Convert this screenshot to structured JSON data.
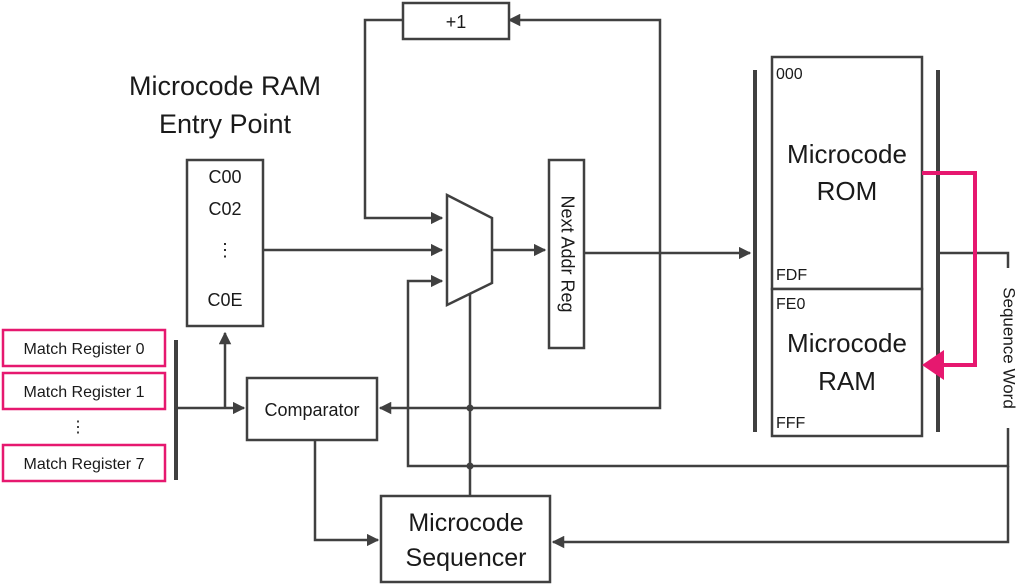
{
  "title": {
    "line1": "Microcode RAM",
    "line2": "Entry Point"
  },
  "entry_table": {
    "row1": "C00",
    "row2": "C02",
    "ellipsis": "⋮",
    "row3": "C0E"
  },
  "increment_label": "+1",
  "next_addr_reg_label": "Next Addr Reg",
  "comparator_label": "Comparator",
  "sequencer": {
    "line1": "Microcode",
    "line2": "Sequencer"
  },
  "match_registers": [
    "Match Register 0",
    "Match Register 1",
    "Match Register 7"
  ],
  "match_ellipsis": "⋮",
  "rom": {
    "start_addr": "000",
    "line1": "Microcode",
    "line2": "ROM",
    "end_addr": "FDF"
  },
  "ram": {
    "start_addr": "FE0",
    "line1": "Microcode",
    "line2": "RAM",
    "end_addr": "FFF"
  },
  "sequence_word_label": "Sequence Word",
  "colors": {
    "highlight": "#e6186f",
    "line": "#404040"
  }
}
